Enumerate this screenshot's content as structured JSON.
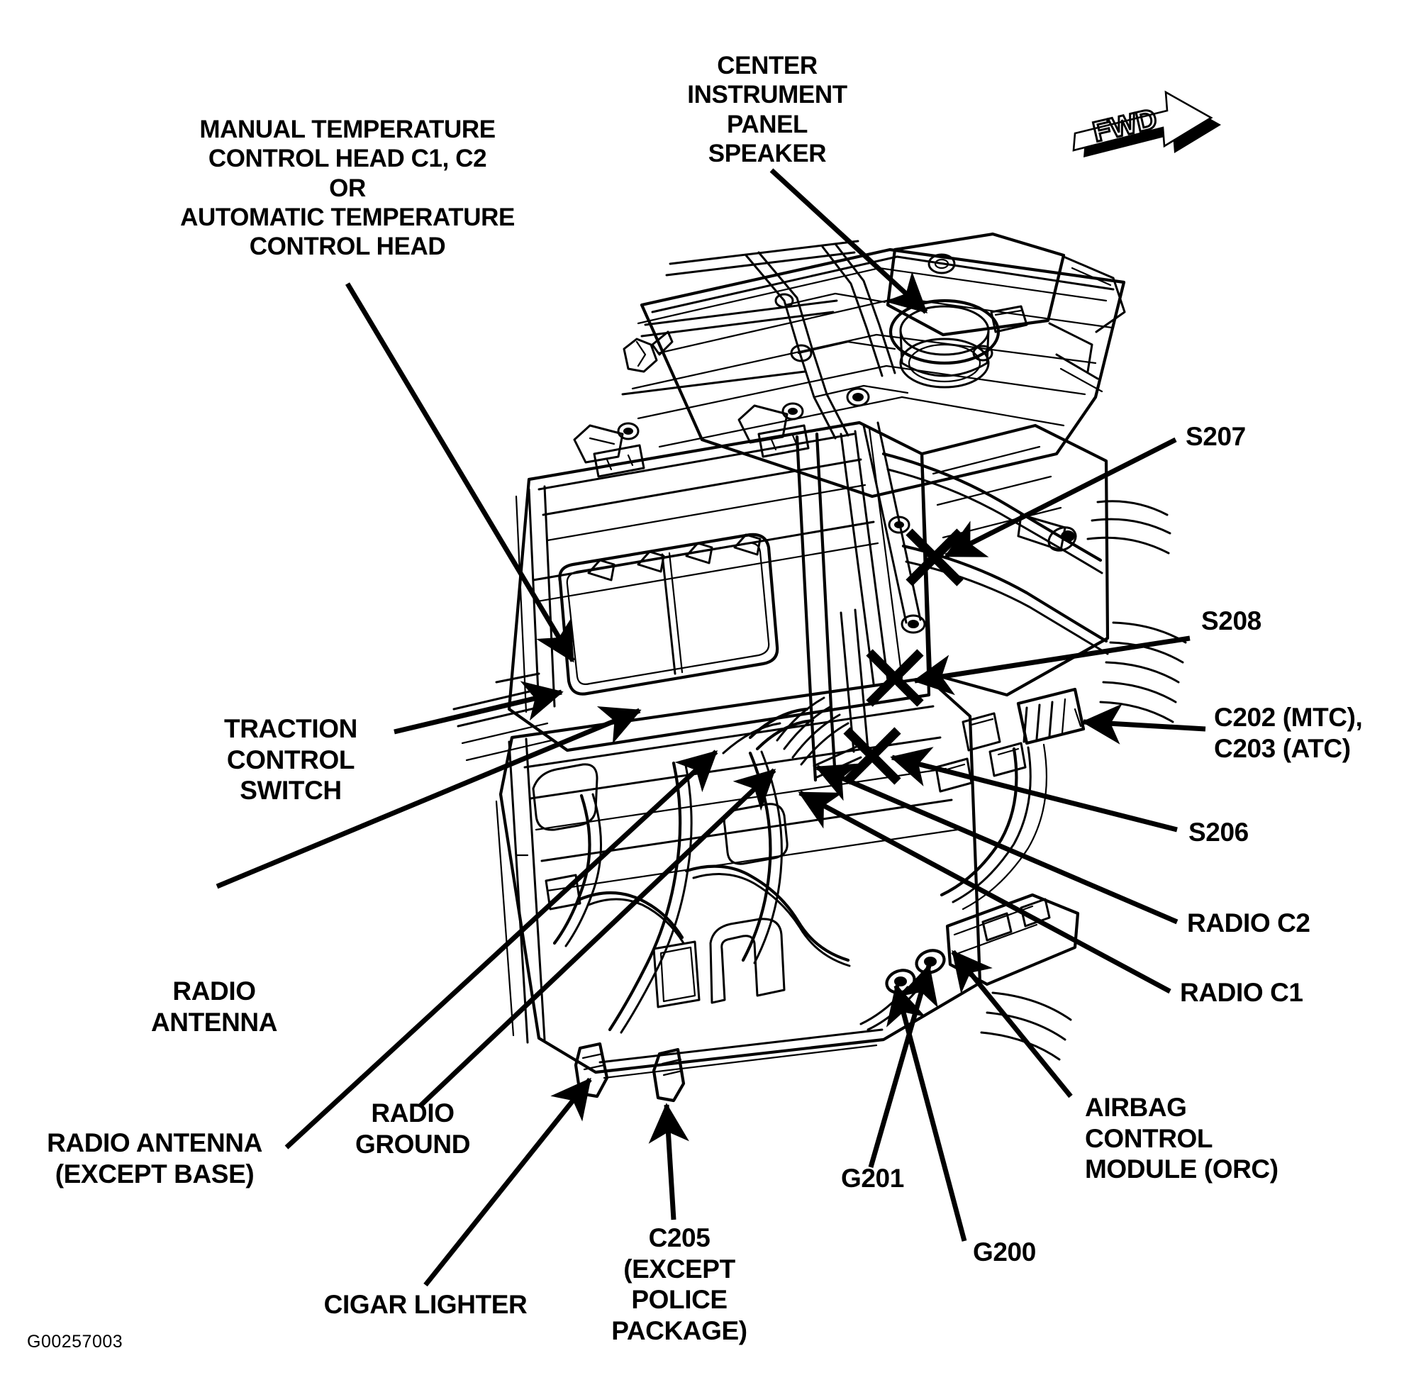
{
  "figure": {
    "id_code": "G00257003",
    "orientation_marker": "FWD"
  },
  "labels": {
    "manual_temp_control": "MANUAL TEMPERATURE\nCONTROL HEAD C1, C2\nOR\nAUTOMATIC TEMPERATURE\nCONTROL HEAD",
    "center_ip_speaker": "CENTER\nINSTRUMENT\nPANEL\nSPEAKER",
    "s207": "S207",
    "s208": "S208",
    "c202_c203": "C202 (MTC),\nC203 (ATC)",
    "s206": "S206",
    "radio_c2": "RADIO C2",
    "radio_c1": "RADIO C1",
    "airbag_control_module": "AIRBAG\nCONTROL\nMODULE (ORC)",
    "g200": "G200",
    "g201": "G201",
    "traction_control_switch": "TRACTION\nCONTROL\nSWITCH",
    "radio_antenna": "RADIO\nANTENNA",
    "radio_antenna_except_base": "RADIO ANTENNA\n(EXCEPT BASE)",
    "radio_ground": "RADIO\nGROUND",
    "cigar_lighter": "CIGAR LIGHTER",
    "c205_except_police": "C205\n(EXCEPT\nPOLICE\nPACKAGE)"
  },
  "colors": {
    "line": "#000000",
    "background": "#ffffff"
  }
}
